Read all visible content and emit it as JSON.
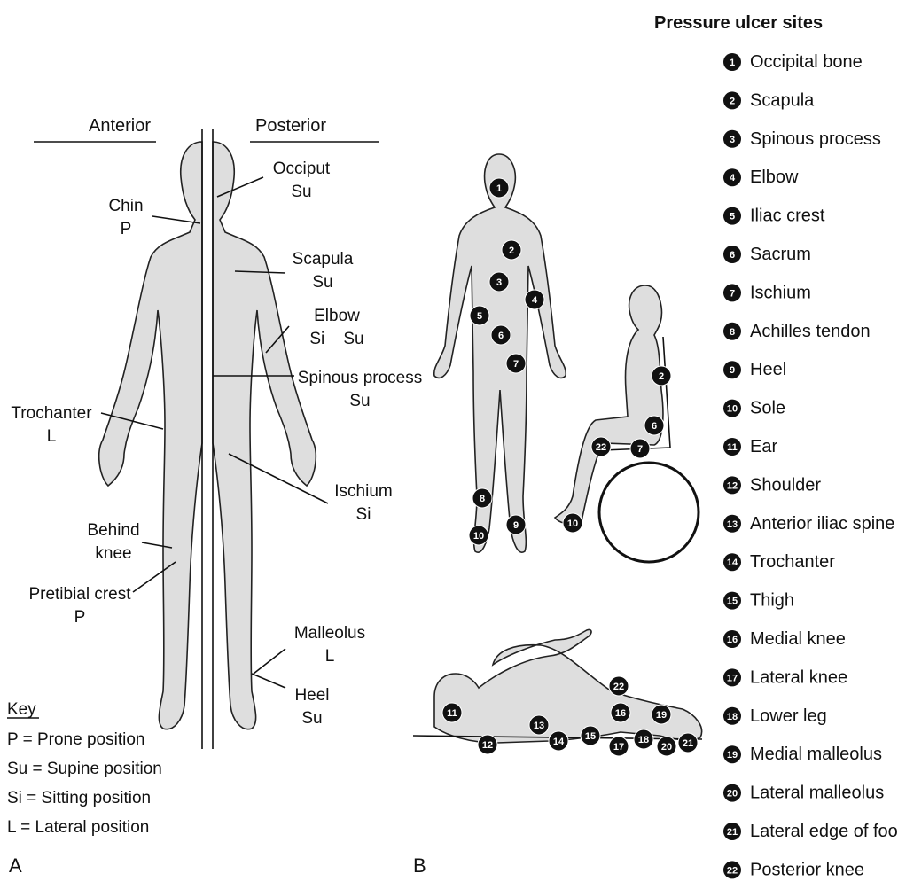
{
  "panel_a": {
    "label": "A",
    "header_anterior": "Anterior",
    "header_posterior": "Posterior",
    "labels": [
      {
        "id": "occiput",
        "lines": [
          "Occiput",
          "Su"
        ]
      },
      {
        "id": "chin",
        "lines": [
          "Chin",
          "P"
        ]
      },
      {
        "id": "scapula",
        "lines": [
          "Scapula",
          "Su"
        ]
      },
      {
        "id": "elbow",
        "lines": [
          "Elbow",
          "Si    Su"
        ]
      },
      {
        "id": "spinous",
        "lines": [
          "Spinous process",
          "Su"
        ]
      },
      {
        "id": "trochanter",
        "lines": [
          "Trochanter",
          "L"
        ]
      },
      {
        "id": "ischium",
        "lines": [
          "Ischium",
          "Si"
        ]
      },
      {
        "id": "behind-knee",
        "lines": [
          "Behind",
          "knee"
        ]
      },
      {
        "id": "pretibial",
        "lines": [
          "Pretibial crest",
          "P"
        ]
      },
      {
        "id": "malleolus",
        "lines": [
          "Malleolus",
          "L"
        ]
      },
      {
        "id": "heel",
        "lines": [
          "Heel",
          "Su"
        ]
      }
    ],
    "key": {
      "title": "Key",
      "items": [
        "P = Prone position",
        "Su = Supine position",
        "Si = Sitting position",
        "L = Lateral position"
      ]
    }
  },
  "panel_b": {
    "label": "B",
    "legend_title": "Pressure ulcer sites",
    "sites": [
      {
        "n": "1",
        "name": "Occipital bone"
      },
      {
        "n": "2",
        "name": "Scapula"
      },
      {
        "n": "3",
        "name": "Spinous process"
      },
      {
        "n": "4",
        "name": "Elbow"
      },
      {
        "n": "5",
        "name": "Iliac crest"
      },
      {
        "n": "6",
        "name": "Sacrum"
      },
      {
        "n": "7",
        "name": "Ischium"
      },
      {
        "n": "8",
        "name": "Achilles tendon"
      },
      {
        "n": "9",
        "name": "Heel"
      },
      {
        "n": "10",
        "name": "Sole"
      },
      {
        "n": "11",
        "name": "Ear"
      },
      {
        "n": "12",
        "name": "Shoulder"
      },
      {
        "n": "13",
        "name": "Anterior iliac spine"
      },
      {
        "n": "14",
        "name": "Trochanter"
      },
      {
        "n": "15",
        "name": "Thigh"
      },
      {
        "n": "16",
        "name": "Medial knee"
      },
      {
        "n": "17",
        "name": "Lateral knee"
      },
      {
        "n": "18",
        "name": "Lower leg"
      },
      {
        "n": "19",
        "name": "Medial malleolus"
      },
      {
        "n": "20",
        "name": "Lateral malleolus"
      },
      {
        "n": "21",
        "name": "Lateral edge of foot"
      },
      {
        "n": "22",
        "name": "Posterior knee"
      }
    ]
  }
}
